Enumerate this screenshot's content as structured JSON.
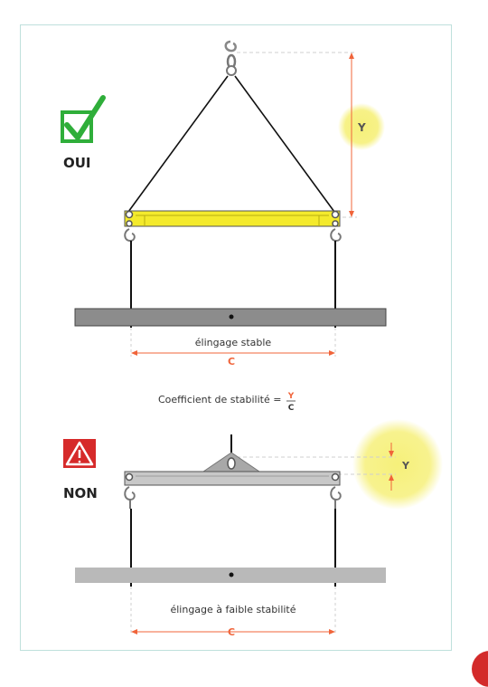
{
  "top": {
    "verdict": "OUI",
    "dim_y": "Y",
    "sling_label": "élingage stable",
    "dim_c": "C"
  },
  "formula": {
    "text": "Coefficient de stabilité =",
    "numerator": "Y",
    "denominator": "C"
  },
  "bottom": {
    "verdict": "NON",
    "dim_y": "Y",
    "sling_label": "élingage à faible stabilité",
    "dim_c": "C"
  },
  "colors": {
    "frame": "#bfe0dc",
    "check_green": "#2fae3a",
    "warning_red": "#d62a2a",
    "beam_yellow": "#f4ea2c",
    "beam_gray": "#c8c8c8",
    "load_gray_dark": "#8c8c8c",
    "load_gray_light": "#b9b9b9",
    "dimension_orange": "#f0643a",
    "highlight_yellow": "#f6f07a"
  },
  "icons": {
    "top_status": "check-icon",
    "bottom_status": "warning-icon"
  }
}
